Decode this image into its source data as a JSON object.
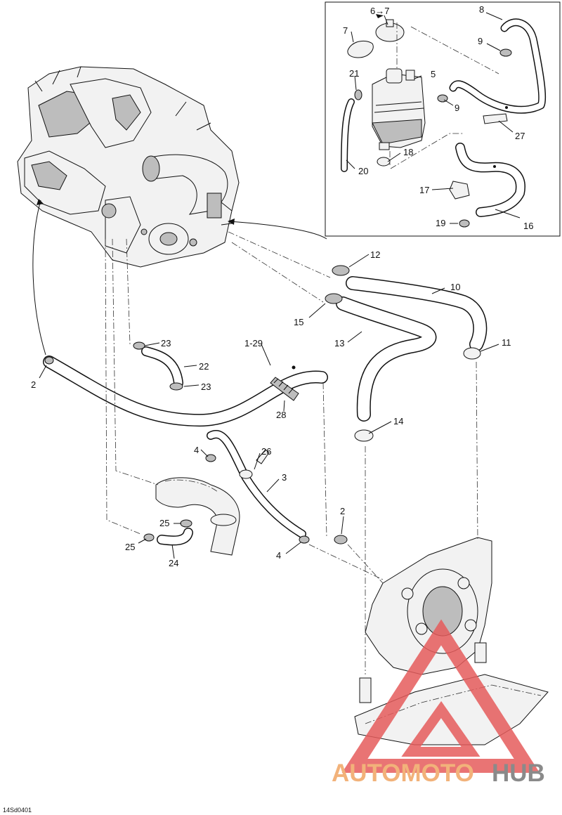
{
  "diagram_id": "14Sd0401",
  "callouts": [
    {
      "id": "c-6-7",
      "text": "6→7"
    },
    {
      "id": "c-8",
      "text": "8"
    },
    {
      "id": "c-7",
      "text": "7"
    },
    {
      "id": "c-9a",
      "text": "9"
    },
    {
      "id": "c-21",
      "text": "21"
    },
    {
      "id": "c-5",
      "text": "5"
    },
    {
      "id": "c-9b",
      "text": "9"
    },
    {
      "id": "c-27",
      "text": "27"
    },
    {
      "id": "c-18",
      "text": "18"
    },
    {
      "id": "c-20",
      "text": "20"
    },
    {
      "id": "c-17",
      "text": "17"
    },
    {
      "id": "c-19",
      "text": "19"
    },
    {
      "id": "c-16",
      "text": "16"
    },
    {
      "id": "c-12",
      "text": "12"
    },
    {
      "id": "c-10",
      "text": "10"
    },
    {
      "id": "c-15",
      "text": "15"
    },
    {
      "id": "c-13",
      "text": "13"
    },
    {
      "id": "c-11",
      "text": "11"
    },
    {
      "id": "c-1-29",
      "text": "1-29"
    },
    {
      "id": "c-23a",
      "text": "23"
    },
    {
      "id": "c-22",
      "text": "22"
    },
    {
      "id": "c-23b",
      "text": "23"
    },
    {
      "id": "c-2a",
      "text": "2"
    },
    {
      "id": "c-28",
      "text": "28"
    },
    {
      "id": "c-14",
      "text": "14"
    },
    {
      "id": "c-4a",
      "text": "4"
    },
    {
      "id": "c-26",
      "text": "26"
    },
    {
      "id": "c-3",
      "text": "3"
    },
    {
      "id": "c-25a",
      "text": "25"
    },
    {
      "id": "c-25b",
      "text": "25"
    },
    {
      "id": "c-24",
      "text": "24"
    },
    {
      "id": "c-2b",
      "text": "2"
    },
    {
      "id": "c-4b",
      "text": "4"
    }
  ],
  "watermark": {
    "part1": "AUTOMOTO",
    "part2": "HUB",
    "color1": "#f2b27a",
    "color2": "#8a8a8a",
    "logo_color": "#e65c5c"
  }
}
